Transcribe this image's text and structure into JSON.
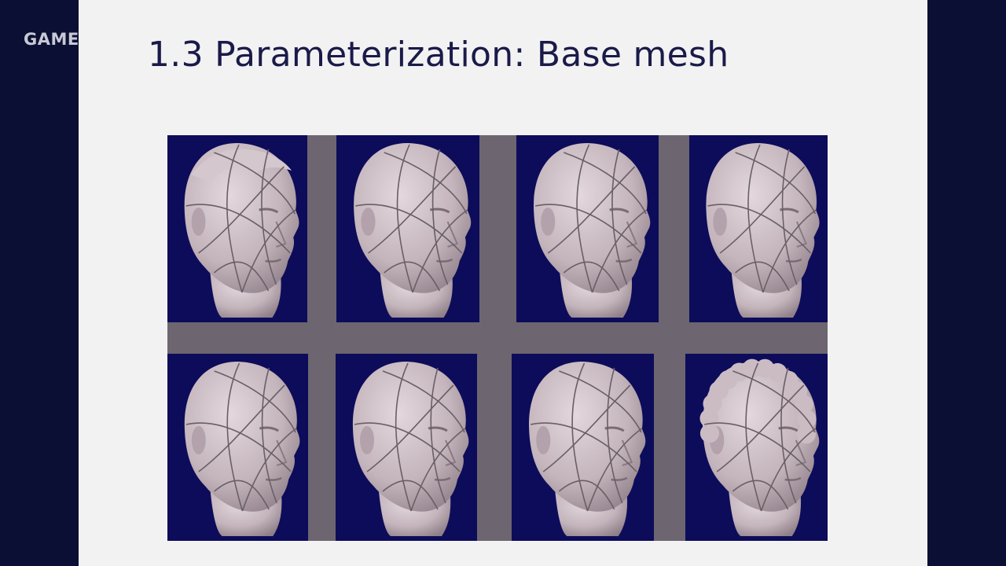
{
  "watermark": "GAME",
  "slide": {
    "title": "1.3 Parameterization: Base mesh"
  },
  "figure": {
    "panels": [
      {
        "name": "head-1"
      },
      {
        "name": "head-2"
      },
      {
        "name": "head-3"
      },
      {
        "name": "head-4"
      },
      {
        "name": "head-5"
      },
      {
        "name": "head-6"
      },
      {
        "name": "head-7"
      },
      {
        "name": "head-8"
      }
    ],
    "colors": {
      "panel_background": "#0d0c5a",
      "grid_background": "#6d6570",
      "head_shade": "#c4b4bc",
      "patch_lines": "#6a5f67"
    }
  }
}
